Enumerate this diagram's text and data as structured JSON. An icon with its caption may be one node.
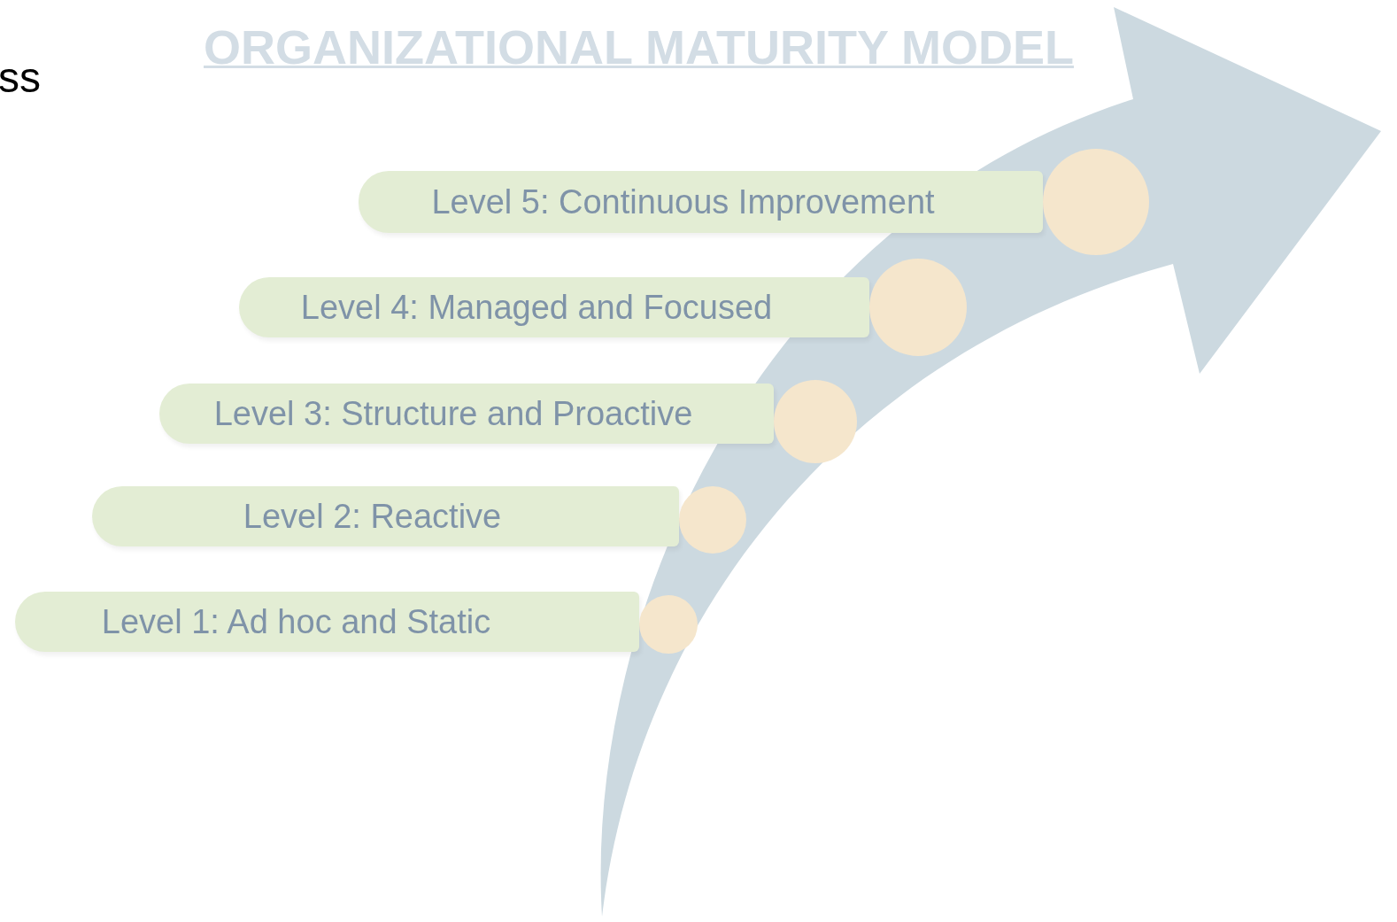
{
  "diagram": {
    "title": "ORGANIZATIONAL MATURITY MODEL",
    "nodes": [
      {
        "text": [
          "Level 5: Continuous Improvement"
        ]
      },
      {
        "text": [
          "Level 4: Managed and Focused"
        ]
      },
      {
        "text": [
          "Level 3: Structure and Proactive"
        ]
      },
      {
        "text": [
          "Level 2: Reactive"
        ]
      },
      {
        "text": [
          "Level 1: Ad hoc and Static"
        ]
      },
      {
        "text": [],
        "shape": "circle"
      },
      {
        "text": [],
        "shape": "circle"
      },
      {
        "text": [],
        "shape": "circle"
      },
      {
        "text": [],
        "shape": "circle"
      },
      {
        "text": [],
        "shape": "circle"
      }
    ],
    "edges": [],
    "labels": [
      "ss"
    ]
  }
}
